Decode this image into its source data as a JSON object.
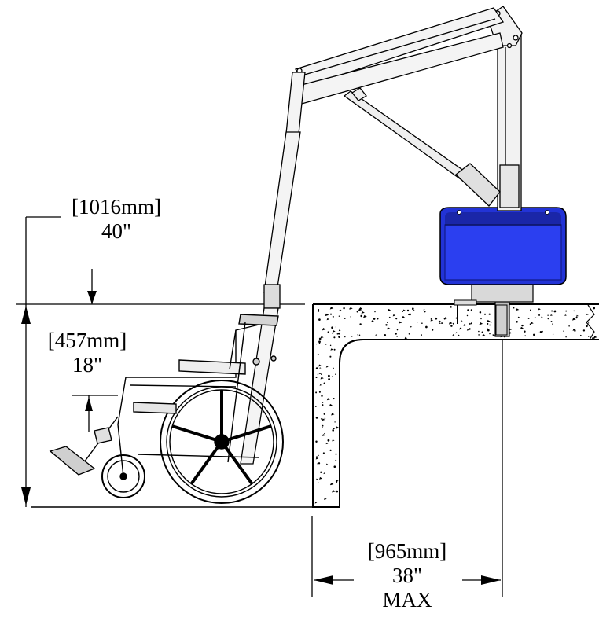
{
  "dimensions": {
    "overall_height": {
      "metric": "[1016mm]",
      "imperial": "40\""
    },
    "pool_depth": {
      "metric": "[457mm]",
      "imperial": "18\""
    },
    "setback": {
      "metric": "[965mm]",
      "imperial": "38\"",
      "qualifier": "MAX"
    }
  },
  "colors": {
    "lift_base": "#2233d6",
    "lift_base_dark": "#1a26a8",
    "line": "#000000",
    "concrete_fill": "#ffffff"
  }
}
